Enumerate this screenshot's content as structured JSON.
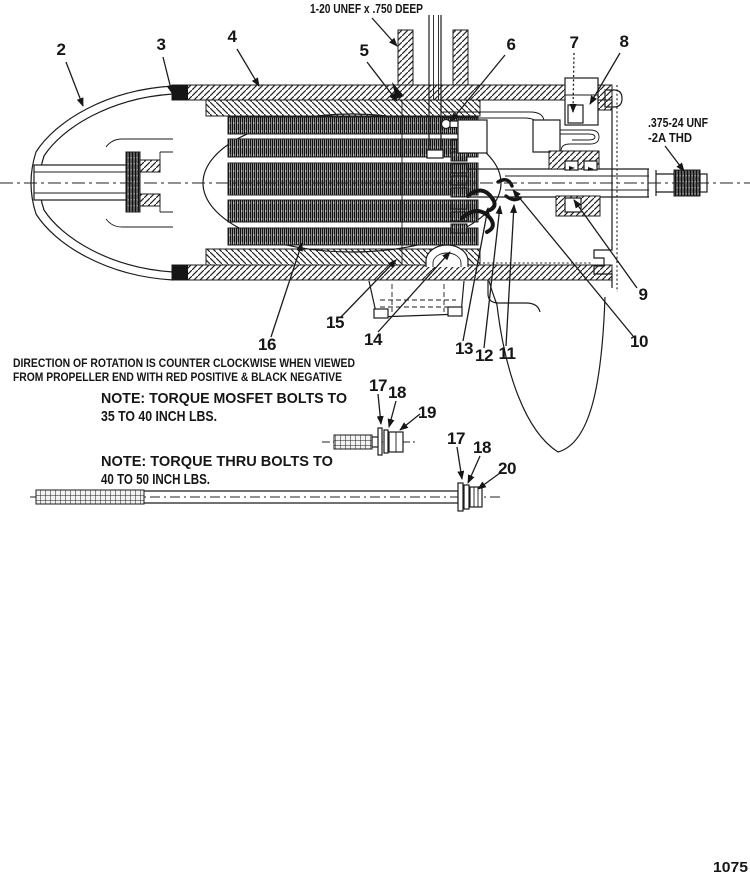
{
  "page_number": "1075",
  "colors": {
    "ink": "#1c1c1c",
    "paper": "#ffffff"
  },
  "thread_labels": {
    "top_thread": "1-20 UNEF x .750 DEEP",
    "shaft_thread_1": ".375-24 UNF",
    "shaft_thread_2": "-2A THD"
  },
  "notes": {
    "rotation_1": "DIRECTION OF ROTATION IS COUNTER CLOCKWISE WHEN VIEWED",
    "rotation_2": "FROM PROPELLER END WITH RED POSITIVE & BLACK NEGATIVE",
    "mosfet_1": "NOTE: TORQUE MOSFET BOLTS TO",
    "mosfet_2": "35 TO 40 INCH LBS.",
    "thru_1": "NOTE: TORQUE THRU BOLTS TO",
    "thru_2": "40 TO 50 INCH LBS."
  },
  "callouts": {
    "c2": "2",
    "c3": "3",
    "c4": "4",
    "c5": "5",
    "c6": "6",
    "c7": "7",
    "c8": "8",
    "c9": "9",
    "c10": "10",
    "c11": "11",
    "c12": "12",
    "c13": "13",
    "c14": "14",
    "c15": "15",
    "c16": "16",
    "c17a": "17",
    "c18a": "18",
    "c19": "19",
    "c17b": "17",
    "c18b": "18",
    "c20": "20"
  }
}
